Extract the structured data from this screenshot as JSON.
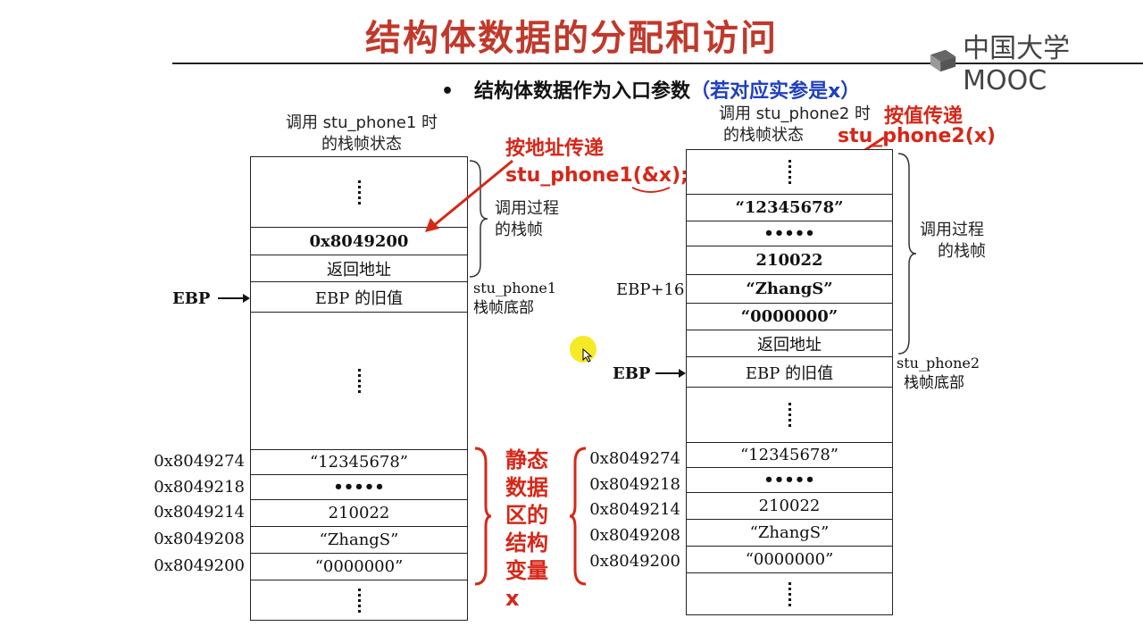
{
  "title": "结构体数据的分配和访问",
  "logo": {
    "text": "中国大学MOOC"
  },
  "bullet": {
    "mark": "•",
    "text": "结构体数据作为入口参数",
    "paren": "（若对应实参是x）"
  },
  "left": {
    "caption_line1": "调用 stu_phone1 时",
    "caption_line2": "的栈帧状态",
    "annotation_line1": "按地址传递",
    "annotation_line2": "stu_phone1(&x);",
    "call_label_line1": "调用过程",
    "call_label_line2": "的栈帧",
    "frame_bottom_line1": "stu_phone1",
    "frame_bottom_line2": "栈帧底部",
    "ebp_label": "EBP",
    "cells": {
      "arg": "0x8049200",
      "ret": "返回地址",
      "ebp_old": "EBP 的旧值",
      "s1": "“12345678”",
      "s2": "•••••",
      "s3": "210022",
      "s4": "“ZhangS”",
      "s5": "“0000000”"
    },
    "addresses": [
      "0x8049274",
      "0x8049218",
      "0x8049214",
      "0x8049208",
      "0x8049200"
    ]
  },
  "middle_note": [
    "静态",
    "数据",
    "区的",
    "结构",
    "变量",
    "x"
  ],
  "right": {
    "caption_line1": "调用 stu_phone2 时",
    "caption_line2": "的栈帧状态",
    "annotation_line1": "按值传递",
    "annotation_line2": "stu_phone2(x)",
    "call_label_line1": "调用过程",
    "call_label_line2": "的栈帧",
    "frame_bottom_line1": "stu_phone2",
    "frame_bottom_line2": "栈帧底部",
    "ebp16_label": "EBP+16",
    "ebp_label": "EBP",
    "cells": {
      "c1": "“12345678”",
      "c2": "•••••",
      "c3": "210022",
      "c4": "“ZhangS”",
      "c5": "“0000000”",
      "ret": "返回地址",
      "ebp_old": "EBP 的旧值",
      "s1": "“12345678”",
      "s2": "•••••",
      "s3": "210022",
      "s4": "“ZhangS”",
      "s5": "“0000000”"
    },
    "addresses": [
      "0x8049274",
      "0x8049218",
      "0x8049214",
      "0x8049208",
      "0x8049200"
    ]
  }
}
